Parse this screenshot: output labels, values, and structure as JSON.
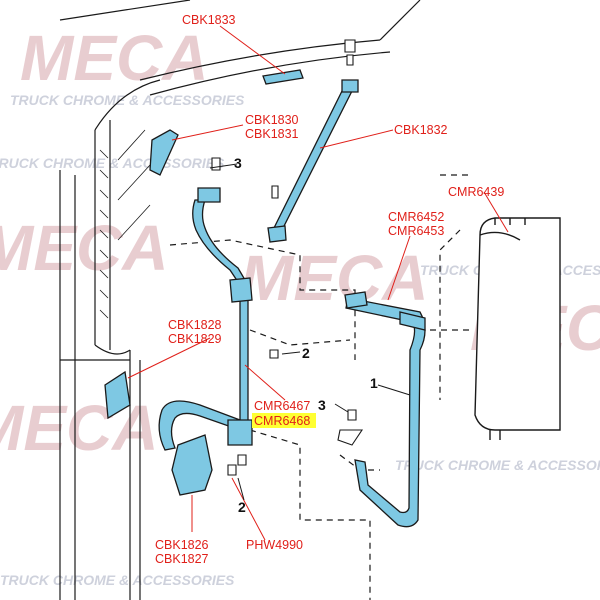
{
  "watermark": {
    "brand": "MECA",
    "tagline": "TRUCK CHROME & ACCESSORIES"
  },
  "callouts": {
    "cbk1833": "CBK1833",
    "cbk1830": "CBK1830",
    "cbk1831": "CBK1831",
    "cbk1832": "CBK1832",
    "cmr6439": "CMR6439",
    "cmr6452": "CMR6452",
    "cmr6453": "CMR6453",
    "cbk1828": "CBK1828",
    "cbk1829": "CBK1829",
    "cmr6467": "CMR6467",
    "cmr6468": "CMR6468",
    "cbk1826": "CBK1826",
    "cbk1827": "CBK1827",
    "phw4990": "PHW4990"
  },
  "item_numbers": {
    "n1": "1",
    "n2a": "2",
    "n2b": "2",
    "n3a": "3",
    "n3b": "3"
  },
  "colors": {
    "part_highlight": "#7ec8e3",
    "callout_text": "#e0201a",
    "label_highlight": "#ffff33",
    "linework": "#1a1a1a"
  }
}
